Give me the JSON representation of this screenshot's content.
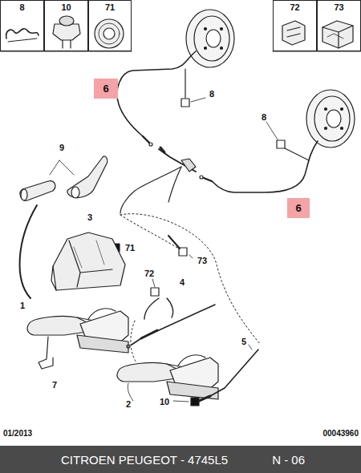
{
  "diagram": {
    "nodes": [
      {
        "text": [
          "8"
        ]
      },
      {
        "text": [
          "10"
        ]
      },
      {
        "text": [
          "71"
        ]
      },
      {
        "text": [
          "72"
        ]
      },
      {
        "text": [
          "73"
        ]
      },
      {
        "text": [
          "6"
        ]
      },
      {
        "text": [
          "6"
        ]
      },
      {
        "text": [
          "CITROEN PEUGEOT - 4745L5",
          "N - 06"
        ]
      }
    ],
    "labels": [
      "8",
      "8",
      "9",
      "3",
      "71",
      "72",
      "4",
      "73",
      "1",
      "7",
      "2",
      "10",
      "5",
      "01/2013",
      "00043960"
    ]
  }
}
